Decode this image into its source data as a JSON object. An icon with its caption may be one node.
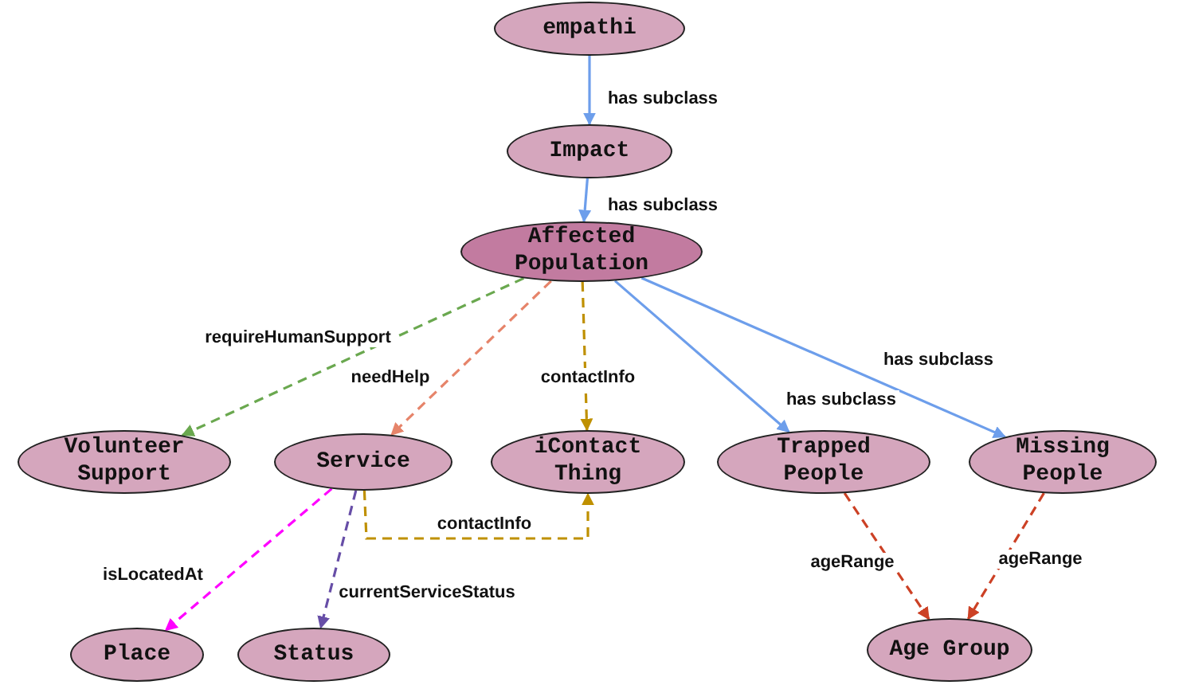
{
  "diagram": {
    "nodes": [
      {
        "text": [
          "empathi"
        ]
      },
      {
        "text": [
          "Impact"
        ]
      },
      {
        "text": [
          "Affected Population"
        ]
      },
      {
        "text": [
          "Volunteer Support"
        ]
      },
      {
        "text": [
          "Service"
        ]
      },
      {
        "text": [
          "iContact Thing"
        ]
      },
      {
        "text": [
          "Trapped People"
        ]
      },
      {
        "text": [
          "Missing People"
        ]
      },
      {
        "text": [
          "Place"
        ]
      },
      {
        "text": [
          "Status"
        ]
      },
      {
        "text": [
          "Age Group"
        ]
      }
    ],
    "edges": [
      {
        "from": 0,
        "to": 1,
        "arrow": "to",
        "label": "has subclass"
      },
      {
        "from": 1,
        "to": 2,
        "arrow": "to",
        "label": "has subclass"
      },
      {
        "from": 2,
        "to": 3,
        "arrow": "to",
        "label": "requireHumanSupport",
        "style": "dashed",
        "color": "#6aa84f"
      },
      {
        "from": 2,
        "to": 4,
        "arrow": "to",
        "label": "needHelp",
        "style": "dashed",
        "color": "#e6846a"
      },
      {
        "from": 2,
        "to": 5,
        "arrow": "to",
        "label": "contactInfo",
        "style": "dashed",
        "color": "#bf9000"
      },
      {
        "from": 2,
        "to": 6,
        "arrow": "to",
        "label": "has subclass"
      },
      {
        "from": 2,
        "to": 7,
        "arrow": "to",
        "label": "has subclass"
      },
      {
        "from": 4,
        "to": 5,
        "arrow": "to",
        "label": "contactInfo",
        "style": "dashed",
        "color": "#bf9000"
      },
      {
        "from": 4,
        "to": 8,
        "arrow": "to",
        "label": "isLocatedAt",
        "style": "dashed",
        "color": "#ff00ff"
      },
      {
        "from": 4,
        "to": 9,
        "arrow": "to",
        "label": "currentServiceStatus",
        "style": "dashed",
        "color": "#674ea7"
      },
      {
        "from": 6,
        "to": 10,
        "arrow": "to",
        "label": "ageRange",
        "style": "dashed",
        "color": "#cc4125"
      },
      {
        "from": 7,
        "to": 10,
        "arrow": "to",
        "label": "ageRange",
        "style": "dashed",
        "color": "#cc4125"
      }
    ]
  }
}
